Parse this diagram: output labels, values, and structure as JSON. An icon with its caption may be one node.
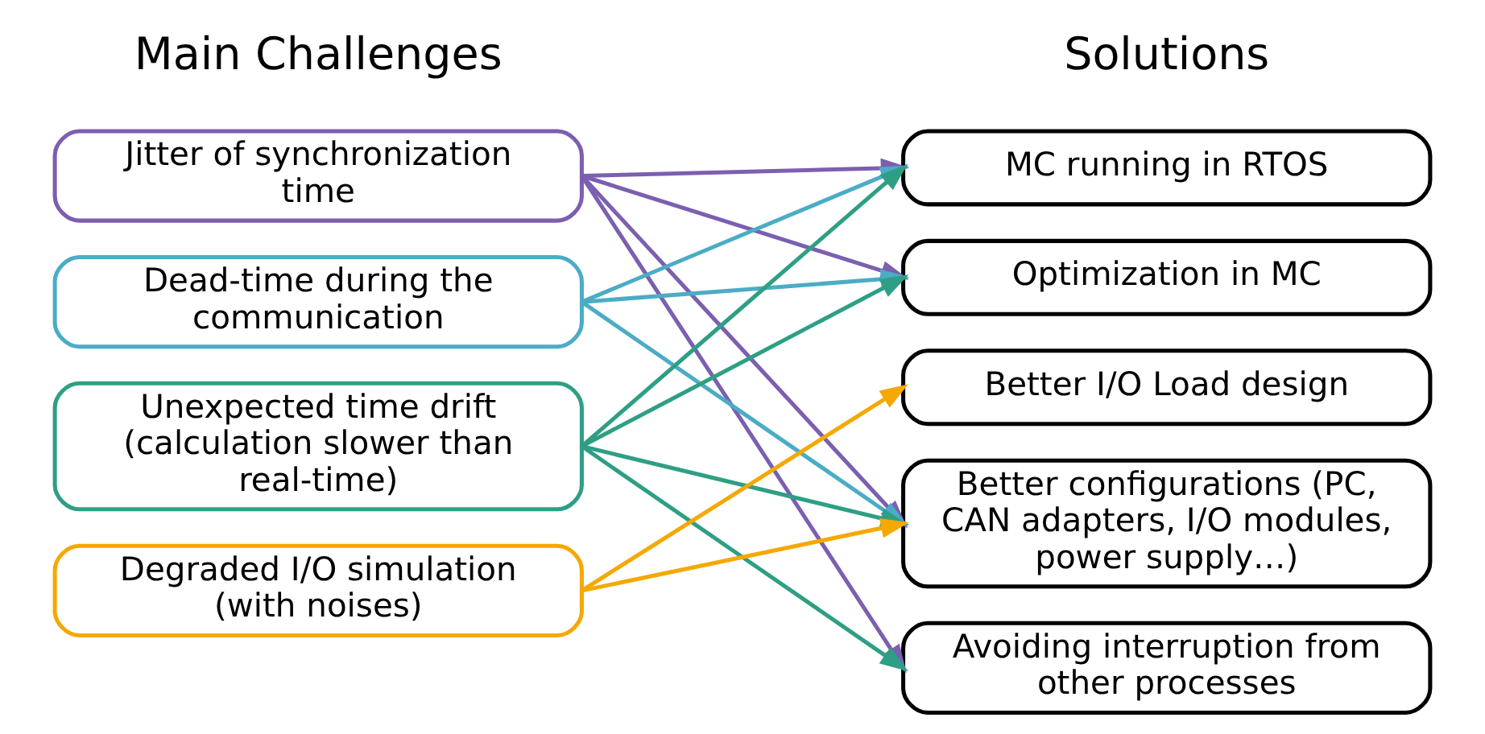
{
  "diagram": {
    "nodes": [
      {
        "text": [
          "Jitter of synchronization time"
        ]
      },
      {
        "text": [
          "Dead-time during the communication"
        ]
      },
      {
        "text": [
          "Unexpected time drift (calculation slower than real-time)"
        ]
      },
      {
        "text": [
          "Degraded I/O simulation (with noises)"
        ]
      },
      {
        "text": [
          "MC running in RTOS"
        ]
      },
      {
        "text": [
          "Optimization in MC"
        ]
      },
      {
        "text": [
          "Better I/O Load design"
        ]
      },
      {
        "text": [
          "Better configurations (PC, CAN adapters, I/O modules, power supply…)"
        ]
      },
      {
        "text": [
          "Avoiding interruption from other processes"
        ]
      }
    ],
    "edges": [
      {
        "from": 0,
        "to": 4,
        "arrow": "to",
        "color": "#7b5fb0"
      },
      {
        "from": 0,
        "to": 5,
        "arrow": "to",
        "color": "#7b5fb0"
      },
      {
        "from": 0,
        "to": 7,
        "arrow": "to",
        "color": "#7b5fb0"
      },
      {
        "from": 0,
        "to": 8,
        "arrow": "to",
        "color": "#7b5fb0"
      },
      {
        "from": 1,
        "to": 4,
        "arrow": "to",
        "color": "#4bacc6"
      },
      {
        "from": 1,
        "to": 5,
        "arrow": "to",
        "color": "#4bacc6"
      },
      {
        "from": 1,
        "to": 7,
        "arrow": "to",
        "color": "#4bacc6"
      },
      {
        "from": 2,
        "to": 4,
        "arrow": "to",
        "color": "#2e9f84"
      },
      {
        "from": 2,
        "to": 5,
        "arrow": "to",
        "color": "#2e9f84"
      },
      {
        "from": 2,
        "to": 7,
        "arrow": "to",
        "color": "#2e9f84"
      },
      {
        "from": 2,
        "to": 8,
        "arrow": "to",
        "color": "#2e9f84"
      },
      {
        "from": 3,
        "to": 6,
        "arrow": "to",
        "color": "#f5a800"
      },
      {
        "from": 3,
        "to": 7,
        "arrow": "to",
        "color": "#f5a800"
      }
    ],
    "labels": [
      "Main Challenges",
      "Solutions"
    ]
  }
}
